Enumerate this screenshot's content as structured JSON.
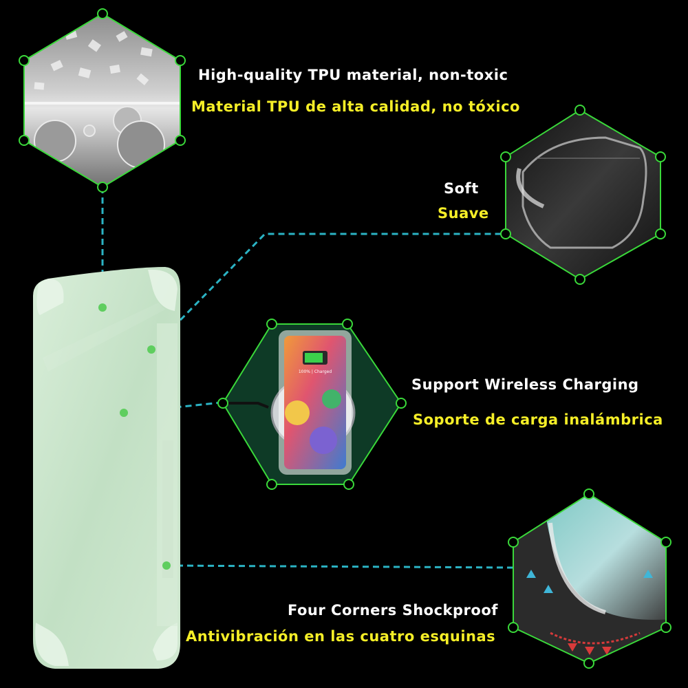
{
  "colors": {
    "background": "#000000",
    "frame": "#3ad93a",
    "dot": "#5fce5f",
    "connector": "#2bb3c4",
    "english_text": "#ffffff",
    "spanish_text": "#f5ee27",
    "case_tint": "#cfe8cf"
  },
  "features": [
    {
      "en": "High-quality TPU material, non-toxic",
      "es": "Material TPU de alta calidad, no tóxico"
    },
    {
      "en": "Soft",
      "es": "Suave"
    },
    {
      "en": "Support Wireless Charging",
      "es": "Soporte de carga inalámbrica"
    },
    {
      "en": "Four Corners Shockproof",
      "es": "Antivibración en las cuatro esquinas"
    }
  ],
  "phone_screen": {
    "battery_caption": "100% | Charged"
  }
}
